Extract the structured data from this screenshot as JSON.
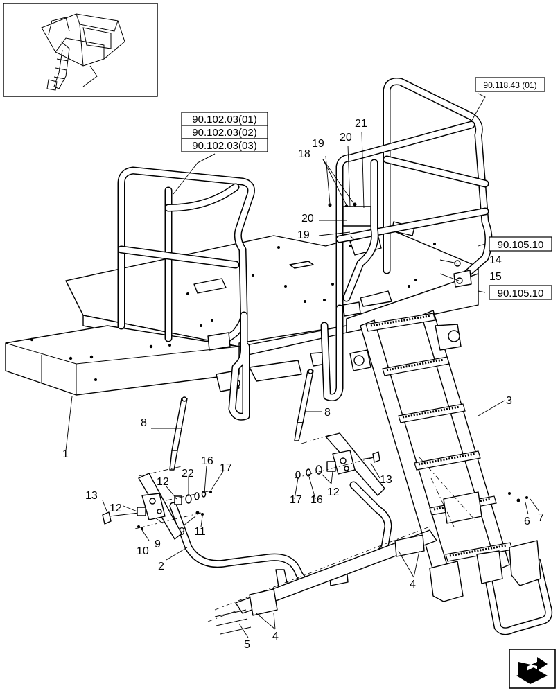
{
  "callouts": {
    "c1": "1",
    "c2": "2",
    "c3": "3",
    "c4a": "4",
    "c4b": "4",
    "c5": "5",
    "c6": "6",
    "c7": "7",
    "c8a": "8",
    "c8b": "8",
    "c9a": "9",
    "c9b": "9",
    "c10": "10",
    "c11": "11",
    "c12a": "12",
    "c12b": "12",
    "c12c": "12",
    "c13a": "13",
    "c13b": "13",
    "c14": "14",
    "c15": "15",
    "c16a": "16",
    "c16b": "16",
    "c17a": "17",
    "c17b": "17",
    "c18": "18",
    "c19a": "19",
    "c19b": "19",
    "c20a": "20",
    "c20b": "20",
    "c21": "21",
    "c22": "22"
  },
  "references": {
    "ref_90_102_03_01": "90.102.03(01)",
    "ref_90_102_03_02": "90.102.03(02)",
    "ref_90_102_03_03": "90.102.03(03)",
    "ref_90_118_43": "90.118.43 (01)",
    "ref_90_105_10_a": "90.105.10",
    "ref_90_105_10_b": "90.105.10"
  },
  "icons": {
    "thumbnail": "machine-overview-thumbnail",
    "nav": "next-page-arrow-icon"
  }
}
